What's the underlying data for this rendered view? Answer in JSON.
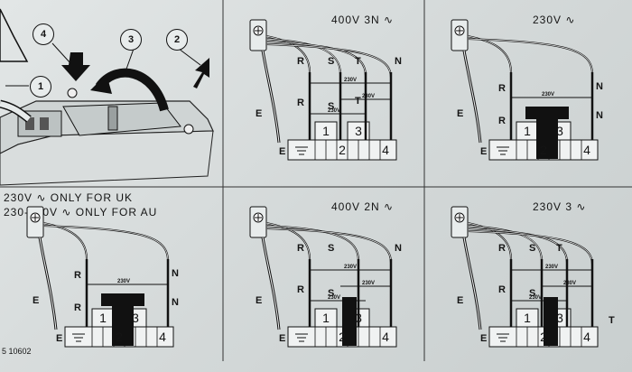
{
  "install": {
    "callouts": [
      "4",
      "3",
      "2",
      "1"
    ],
    "code": "5 10602"
  },
  "panels": [
    {
      "id": "p1",
      "title": "400V  3N",
      "labels": {
        "r": "R",
        "s": "S",
        "t": "T",
        "n": "N",
        "e": "E"
      },
      "voltage_tags": [
        "230V",
        "230V",
        "230V"
      ],
      "terminals": [
        "1",
        "2",
        "3",
        "4"
      ]
    },
    {
      "id": "p2",
      "title": "230V",
      "labels": {
        "r": "R",
        "n": "N",
        "e": "E"
      },
      "voltage_tags": [
        "230V"
      ],
      "terminals": [
        "1",
        "2",
        "3",
        "4"
      ]
    },
    {
      "id": "p3",
      "title": "",
      "labels": {
        "r": "R",
        "n": "N",
        "e": "E"
      },
      "voltage_tags": [
        "230V"
      ],
      "terminals": [
        "1",
        "2",
        "3",
        "4"
      ]
    },
    {
      "id": "p4",
      "title": "400V  2N",
      "labels": {
        "r": "R",
        "s": "S",
        "n": "N",
        "e": "E"
      },
      "voltage_tags": [
        "230V",
        "230V",
        "230V"
      ],
      "terminals": [
        "1",
        "2",
        "3",
        "4"
      ]
    },
    {
      "id": "p5",
      "title": "230V  3",
      "labels": {
        "r": "R",
        "s": "S",
        "t": "T",
        "e": "E"
      },
      "voltage_tags": [
        "230V",
        "230V",
        "230V"
      ],
      "terminals": [
        "1",
        "2",
        "3",
        "4"
      ]
    }
  ],
  "notes": {
    "uk": "230V ∿  ONLY FOR UK",
    "au": "230-240V ∿  ONLY FOR AU"
  },
  "colors": {
    "line": "#111111",
    "paper": "#d8dcdc"
  },
  "icons": [
    "cable-gland-icon",
    "ground-symbol-icon",
    "arrow-icon",
    "screw-icon"
  ]
}
